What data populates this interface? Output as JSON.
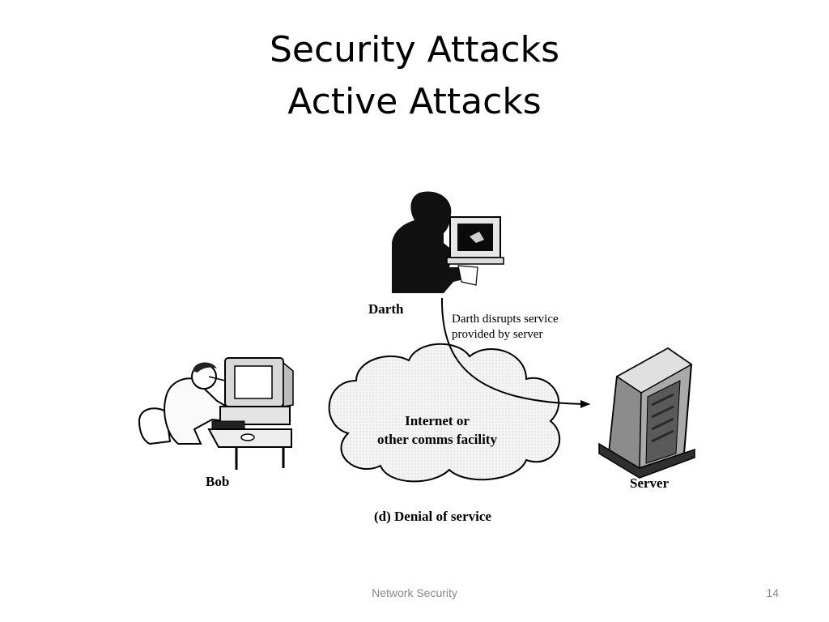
{
  "slide": {
    "title_line1": "Security Attacks",
    "title_line2": "Active Attacks"
  },
  "diagram": {
    "darth_label": "Darth",
    "darth_note_line1": "Darth disrupts service",
    "darth_note_line2": "provided by server",
    "cloud_line1": "Internet or",
    "cloud_line2": "other comms facility",
    "bob_label": "Bob",
    "server_label": "Server",
    "caption": "(d) Denial of service"
  },
  "footer": {
    "center_text": "Network Security",
    "page_number": "14"
  },
  "icons": [
    "hacker-icon",
    "user-computer-icon",
    "server-icon",
    "cloud-icon"
  ]
}
